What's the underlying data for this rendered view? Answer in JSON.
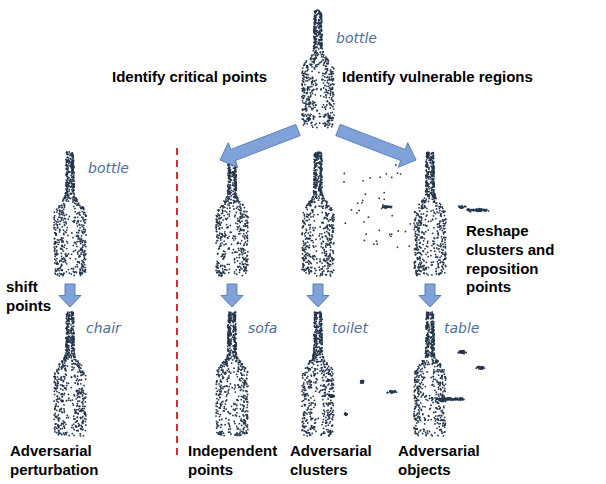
{
  "diagram": {
    "labels": [
      "bottle",
      "Identify critical points",
      "Identify vulnerable regions",
      "bottle",
      "shift points",
      "chair",
      "sofa",
      "toilet",
      "Reshape clusters and reposition points",
      "table",
      "Adversarial perturbation",
      "Independent points",
      "Adversarial clusters",
      "Adversarial objects"
    ]
  }
}
